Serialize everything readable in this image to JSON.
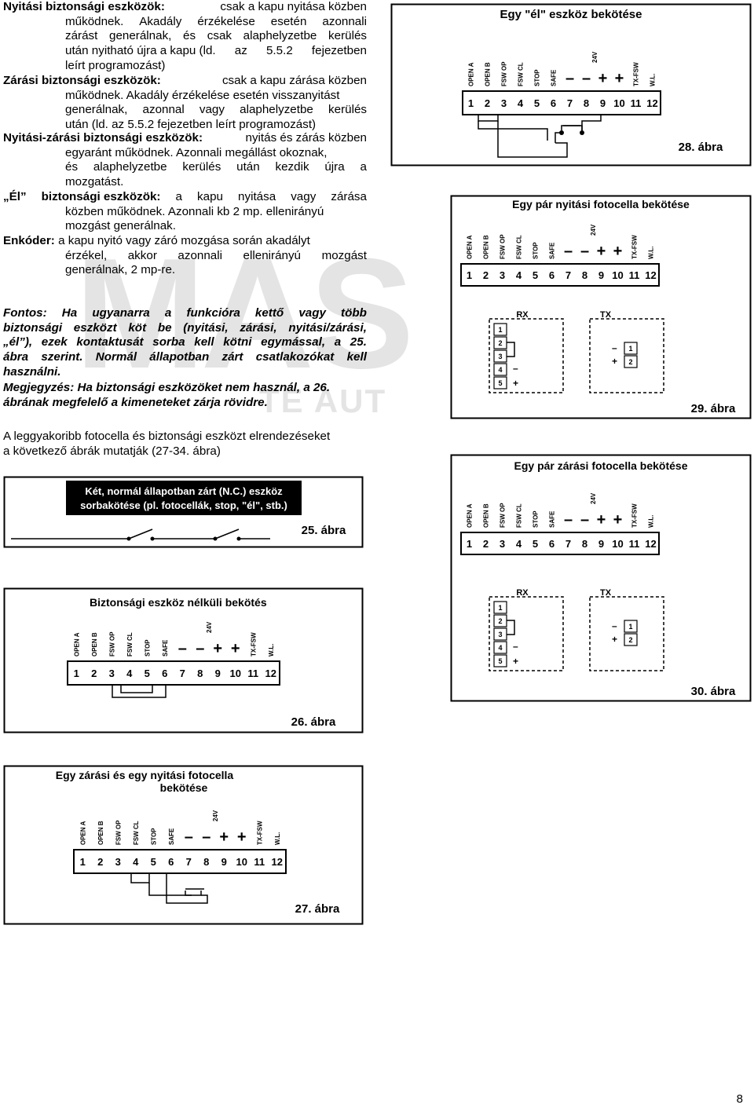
{
  "watermark": {
    "big": "MAS",
    "small": "TE AUT"
  },
  "text": {
    "p1": {
      "lines": [
        [
          "Nyitási biztonsági eszközök:",
          " csak a kapu nyitása közben"
        ],
        [
          "működnek.",
          "Akadály",
          "érzékelése",
          "esetén",
          "azonnali"
        ],
        [
          "zárást",
          "generálnak,",
          "és",
          "csak",
          "alaphelyzetbe",
          "kerülés"
        ],
        [
          "után nyitható újra a kapu (ld.",
          "az",
          "5.5.2",
          "fejezetben"
        ],
        [
          "leírt programozást)"
        ]
      ]
    },
    "p2": {
      "lines": [
        [
          "Zárási biztonsági eszközök:",
          "csak a kapu zárása közben"
        ],
        [
          "működnek. Akadály érzékelése esetén visszanyitást"
        ],
        [
          "generálnak,",
          "azonnal",
          "vagy",
          "alaphelyzetbe",
          "kerülés"
        ],
        [
          "után (ld. az 5.5.2 fejezetben leírt programozást)"
        ]
      ]
    },
    "p3": {
      "lines": [
        [
          "Nyitási-zárási biztonsági eszközök:",
          "nyitás és zárás közben"
        ],
        [
          "egyaránt működnek. Azonnali megállást okoznak,"
        ],
        [
          "és",
          "alaphelyzetbe",
          "kerülés",
          "után",
          "kezdik",
          "újra",
          "a"
        ],
        [
          "mozgatást."
        ]
      ]
    },
    "p4": {
      "lines": [
        [
          "„Él”",
          "biztonsági eszközök:",
          "a",
          "kapu",
          "nyitása",
          "vagy",
          "zárása"
        ],
        [
          "közben működnek. Azonnali kb 2 mp. ellenirányú"
        ],
        [
          "mozgást generálnak."
        ]
      ]
    },
    "p5": {
      "lines": [
        [
          "Enkóder:",
          "a kapu nyitó vagy záró mozgása során akadályt"
        ],
        [
          "érzékel,",
          "akkor",
          "azonnali",
          "ellenirányú",
          "mozgást"
        ],
        [
          "generálnak, 2 mp-re."
        ]
      ]
    },
    "note": {
      "lines": [
        [
          "Fontos:",
          "Ha",
          "ugyanarra",
          "a",
          "funkcióra",
          "kettő",
          "vagy",
          "több"
        ],
        [
          "biztonsági",
          "eszközt",
          "köt",
          "be",
          "(nyitási,",
          "zárási,",
          "nyitási/zárási,"
        ],
        [
          "„él”),",
          "ezek",
          "kontaktusát",
          "sorba",
          "kell",
          "kötni",
          "egymással,",
          "a",
          "25."
        ],
        [
          "ábra",
          "szerint.",
          "Normál",
          "állapotban",
          "zárt",
          "csatlakozókat",
          "kell"
        ],
        [
          "használni."
        ]
      ]
    },
    "remark": {
      "lines": [
        [
          "Megjegyzés: Ha biztonsági eszközöket nem használ, a 26."
        ],
        [
          "ábrának megfelelő a kimeneteket zárja rövidre."
        ]
      ]
    },
    "intro": {
      "lines": [
        [
          "A leggyakoribb fotocella és biztonsági eszközt elrendezéseket"
        ],
        [
          "a következő ábrák mutatják (27-34. ábra)"
        ]
      ]
    }
  },
  "terminal": {
    "labels": [
      "OPEN A",
      "OPEN B",
      "FSW OP",
      "FSW CL",
      "STOP",
      "SAFE",
      "–",
      "–",
      "+",
      "+",
      "TX-FSW",
      "W.L."
    ],
    "voltage": "24V",
    "numbers": [
      "1",
      "2",
      "3",
      "4",
      "5",
      "6",
      "7",
      "8",
      "9",
      "10",
      "11",
      "12"
    ]
  },
  "figures": {
    "f25": {
      "title1": "Két, normál állapotban zárt (N.C.) eszköz",
      "title2": "sorbakötése (pl. fotocellák, stop, \"él\", stb.)",
      "caption": "25. ábra"
    },
    "f26": {
      "title": "Biztonsági eszköz nélküli bekötés",
      "caption": "26. ábra"
    },
    "f27": {
      "title1": "Egy zárási és egy nyitási fotocella",
      "title2": "bekötése",
      "caption": "27. ábra"
    },
    "f28": {
      "title": "Egy \"él\" eszköz bekötése",
      "caption": "28. ábra"
    },
    "f29": {
      "title": "Egy pár nyitási fotocella bekötése",
      "caption": "29. ábra",
      "rx": "RX",
      "tx": "TX",
      "rx_terms": [
        "1",
        "2",
        "3",
        "4",
        "5"
      ],
      "tx_terms": [
        "1",
        "2"
      ],
      "minus": "–",
      "plus": "+"
    },
    "f30": {
      "title": "Egy pár zárási fotocella bekötése",
      "caption": "30. ábra",
      "rx": "RX",
      "tx": "TX",
      "rx_terms": [
        "1",
        "2",
        "3",
        "4",
        "5"
      ],
      "tx_terms": [
        "1",
        "2"
      ],
      "minus": "–",
      "plus": "+"
    }
  },
  "page_number": "8"
}
